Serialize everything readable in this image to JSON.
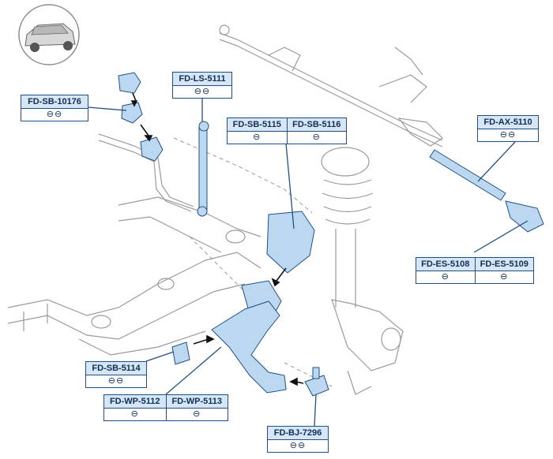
{
  "labels": {
    "sb10176": {
      "code": "FD-SB-10176",
      "sym": "⊖⊖"
    },
    "ls5111": {
      "code": "FD-LS-5111",
      "sym": "⊖⊖"
    },
    "sb5115": {
      "code": "FD-SB-5115",
      "sym": "⊖"
    },
    "sb5116": {
      "code": "FD-SB-5116",
      "sym": "⊖"
    },
    "ax5110": {
      "code": "FD-AX-5110",
      "sym": "⊖⊖"
    },
    "es5108": {
      "code": "FD-ES-5108",
      "sym": "⊖"
    },
    "es5109": {
      "code": "FD-ES-5109",
      "sym": "⊖"
    },
    "sb5114": {
      "code": "FD-SB-5114",
      "sym": "⊖⊖"
    },
    "wp5112": {
      "code": "FD-WP-5112",
      "sym": "⊖"
    },
    "wp5113": {
      "code": "FD-WP-5113",
      "sym": "⊖"
    },
    "bj7296": {
      "code": "FD-BJ-7296",
      "sym": "⊖⊖"
    }
  },
  "colors": {
    "highlight": "#bcd8f1",
    "line": "#1f4f86",
    "sketch": "#9a9a9a",
    "label_fill": "#d6e6f5"
  }
}
